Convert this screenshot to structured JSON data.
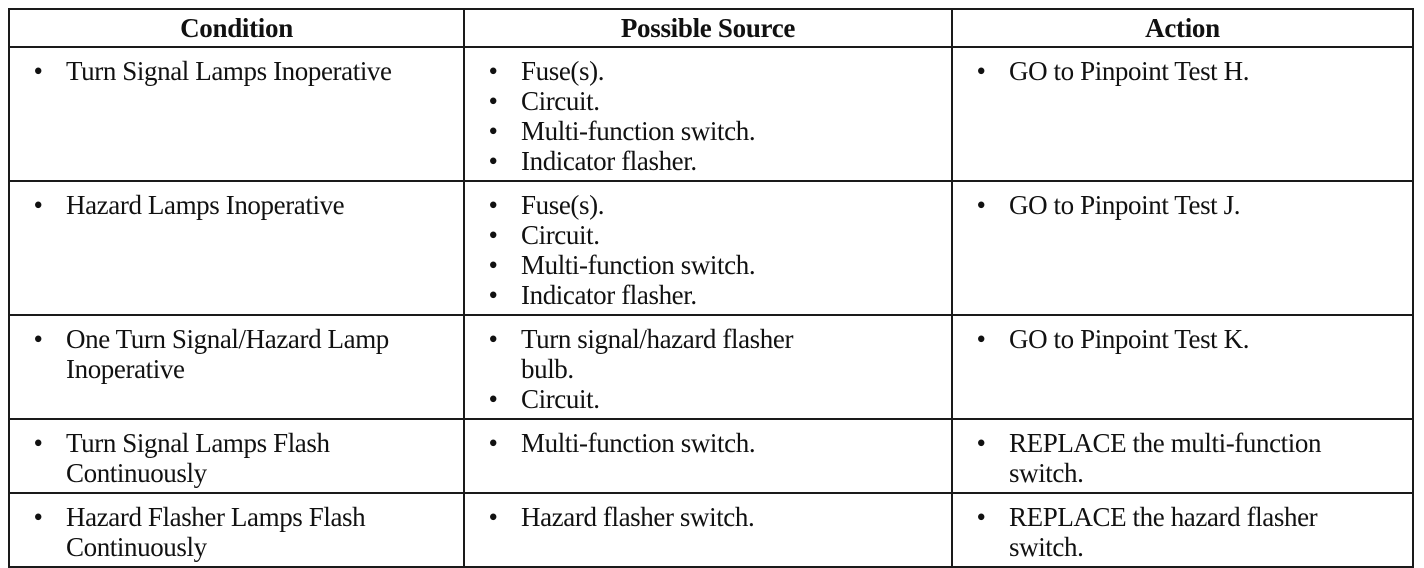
{
  "header": {
    "condition": "Condition",
    "source": "Possible Source",
    "action": "Action"
  },
  "bullet": "•",
  "rows": [
    {
      "condition": [
        "Turn Signal Lamps Inoperative"
      ],
      "sources": [
        "Fuse(s).",
        "Circuit.",
        "Multi-function switch.",
        "Indicator flasher."
      ],
      "actions": [
        "GO to Pinpoint Test H."
      ]
    },
    {
      "condition": [
        "Hazard Lamps Inoperative"
      ],
      "sources": [
        "Fuse(s).",
        "Circuit.",
        "Multi-function switch.",
        "Indicator flasher."
      ],
      "actions": [
        "GO to Pinpoint Test J."
      ]
    },
    {
      "condition": [
        "One Turn Signal/Hazard Lamp Inoperative"
      ],
      "sources": [
        "Turn signal/hazard flasher bulb.",
        "Circuit."
      ],
      "actions": [
        "GO to Pinpoint Test K."
      ]
    },
    {
      "condition": [
        "Turn Signal Lamps Flash Continuously"
      ],
      "sources": [
        "Multi-function switch."
      ],
      "actions": [
        "REPLACE the multi-function switch."
      ]
    },
    {
      "condition": [
        "Hazard Flasher Lamps Flash Continuously"
      ],
      "sources": [
        "Hazard flasher switch."
      ],
      "actions": [
        "REPLACE the hazard flasher switch."
      ]
    }
  ]
}
